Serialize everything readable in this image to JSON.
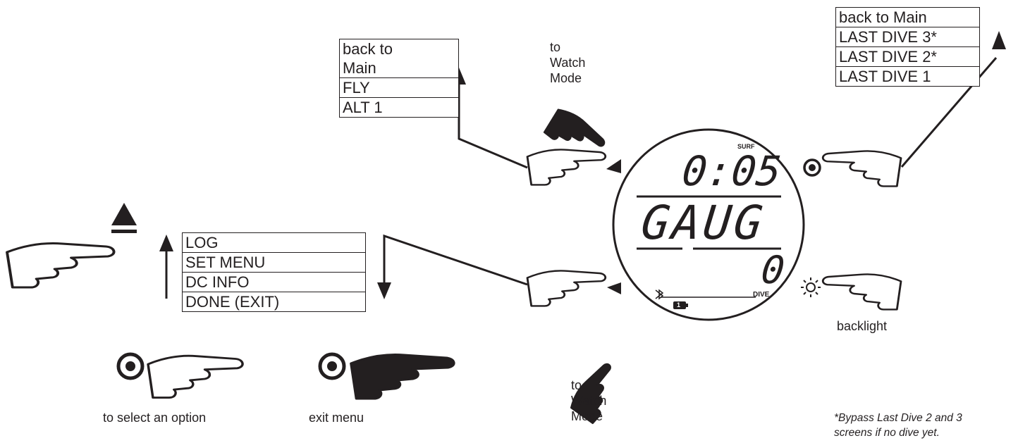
{
  "menu_left_top": {
    "items": [
      "back to",
      "Main",
      "FLY",
      "ALT 1"
    ]
  },
  "menu_right_top": {
    "items": [
      "back to Main",
      "LAST DIVE 3*",
      "LAST DIVE 2*",
      "LAST DIVE 1"
    ]
  },
  "menu_main": {
    "items": [
      "LOG",
      "SET MENU",
      "DC INFO",
      "DONE (EXIT)"
    ]
  },
  "labels": {
    "to_watch_mode_top": [
      "to",
      "Watch",
      "Mode"
    ],
    "to_watch_mode_bottom": [
      "to",
      "Watch",
      "Mode"
    ],
    "backlight": "backlight",
    "to_select_option": "to select an option",
    "exit_menu": "exit menu",
    "footnote": [
      "*Bypass Last Dive 2 and 3",
      "screens if no dive yet."
    ]
  },
  "display": {
    "surf_label": "SURF",
    "time": "0:05",
    "mode": "GAUG",
    "dive_number": "0",
    "dive_label": "DIVE",
    "bluetooth_icon": "bluetooth-icon",
    "battery_icon": "battery-icon",
    "battery_value": "1"
  }
}
